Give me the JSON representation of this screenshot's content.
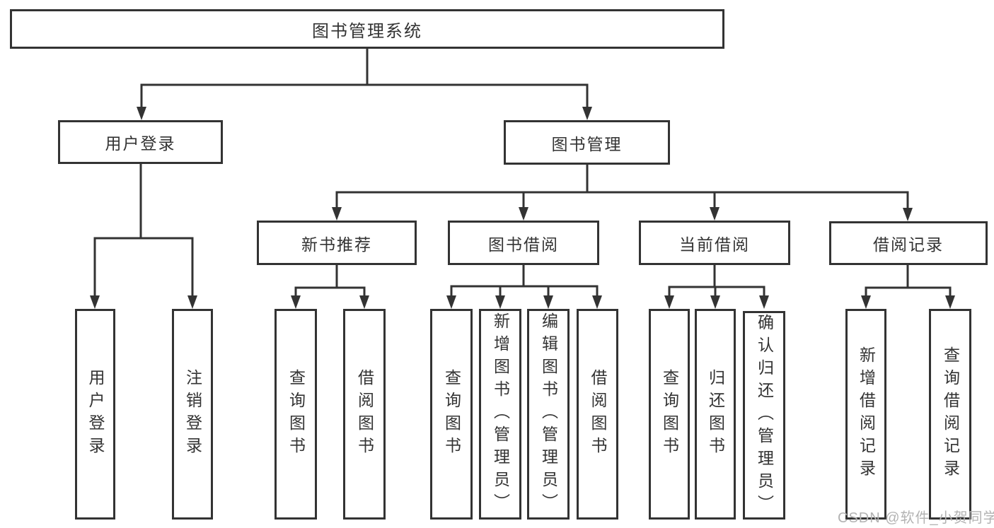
{
  "diagram": {
    "root": {
      "label": "图书管理系统"
    },
    "level2": [
      {
        "label": "用户登录"
      },
      {
        "label": "图书管理"
      }
    ],
    "login_children": [
      {
        "label": "用户登录"
      },
      {
        "label": "注销登录"
      }
    ],
    "sections": [
      {
        "label": "新书推荐",
        "children": [
          {
            "label": "查询图书"
          },
          {
            "label": "借阅图书"
          }
        ]
      },
      {
        "label": "图书借阅",
        "children": [
          {
            "label": "查询图书"
          },
          {
            "label": "新增图书（管理员）"
          },
          {
            "label": "编辑图书（管理员）"
          },
          {
            "label": "借阅图书"
          }
        ]
      },
      {
        "label": "当前借阅",
        "children": [
          {
            "label": "查询图书"
          },
          {
            "label": "归还图书"
          },
          {
            "label": "确认归还（管理员）"
          }
        ]
      },
      {
        "label": "借阅记录",
        "children": [
          {
            "label": "新增借阅记录"
          },
          {
            "label": "查询借阅记录"
          }
        ]
      }
    ]
  },
  "watermark": {
    "text": "CSDN @软件_小贺同学"
  },
  "colors": {
    "line": "#333333",
    "box_border": "#333333",
    "text": "#333333",
    "background": "#ffffff",
    "watermark": "#b3b3b3"
  }
}
